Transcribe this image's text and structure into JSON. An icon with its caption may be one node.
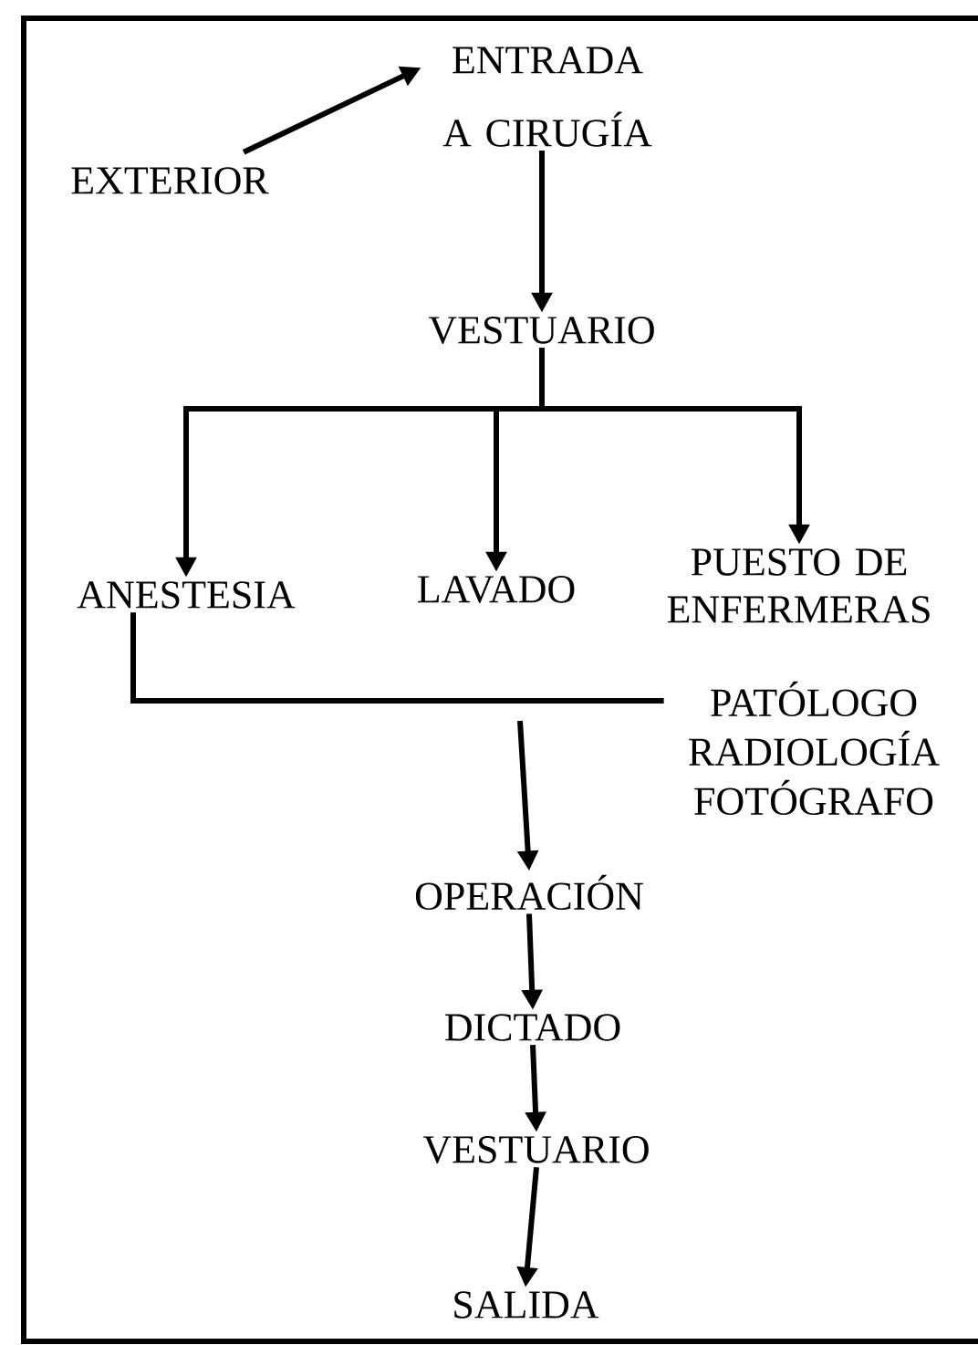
{
  "diagram": {
    "nodes": [
      {
        "text": [
          "EXTERIOR"
        ]
      },
      {
        "text": [
          "ENTRADA A CIRUGÍA"
        ]
      },
      {
        "text": [
          "VESTUARIO"
        ]
      },
      {
        "text": [
          "ANESTESIA"
        ]
      },
      {
        "text": [
          "LAVADO"
        ]
      },
      {
        "text": [
          "PUESTO DE ENFERMERAS"
        ]
      },
      {
        "text": [
          "PATÓLOGO RADIOLOGÍA FOTÓGRAFO"
        ]
      },
      {
        "text": [
          "OPERACIÓN"
        ]
      },
      {
        "text": [
          "DICTADO"
        ]
      },
      {
        "text": [
          "VESTUARIO"
        ]
      },
      {
        "text": [
          "SALIDA"
        ]
      }
    ],
    "edges": [
      {
        "from": 0,
        "to": 1,
        "arrow": "to"
      },
      {
        "from": 1,
        "to": 2,
        "arrow": "to"
      },
      {
        "from": 2,
        "to": 3,
        "arrow": "to"
      },
      {
        "from": 2,
        "to": 4,
        "arrow": "to"
      },
      {
        "from": 2,
        "to": 5,
        "arrow": "to"
      },
      {
        "from": 3,
        "to": 6,
        "arrow": "none"
      },
      {
        "from": null,
        "to": 7,
        "arrow": "to"
      },
      {
        "from": 7,
        "to": 8,
        "arrow": "to"
      },
      {
        "from": 8,
        "to": 9,
        "arrow": "to"
      },
      {
        "from": 9,
        "to": 10,
        "arrow": "to"
      }
    ]
  }
}
